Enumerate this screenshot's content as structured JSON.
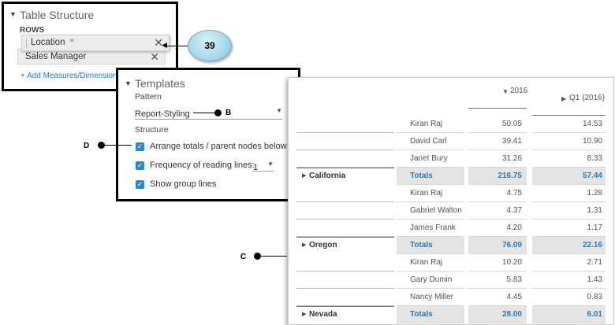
{
  "table_structure": {
    "title": "Table Structure",
    "rows_label": "ROWS",
    "pills": [
      "Location",
      "Sales Manager"
    ],
    "add_link": "+ Add Measures/Dimensions"
  },
  "templates": {
    "title": "Templates",
    "pattern_label": "Pattern",
    "pattern_value": "Report-Styling",
    "structure_label": "Structure",
    "options": [
      "Arrange totals / parent nodes below",
      "Frequency of reading lines:",
      "Show group lines"
    ],
    "frequency_value": "1"
  },
  "annotations": {
    "badge": "39",
    "b": "B",
    "c": "C",
    "d": "D"
  },
  "table": {
    "headers": [
      "2016",
      "Q1 (2016)"
    ],
    "rows": [
      {
        "group": "",
        "name": "Kiran Raj",
        "v1": "50.05",
        "v2": "14.53",
        "total": false
      },
      {
        "group": "",
        "name": "David Carl",
        "v1": "39.41",
        "v2": "10.90",
        "total": false
      },
      {
        "group": "",
        "name": "Janet Bury",
        "v1": "31.26",
        "v2": "8.33",
        "total": false
      },
      {
        "group": "California",
        "name": "Totals",
        "v1": "216.75",
        "v2": "57.44",
        "total": true
      },
      {
        "group": "",
        "name": "Kiran Raj",
        "v1": "4.75",
        "v2": "1.28",
        "total": false
      },
      {
        "group": "",
        "name": "Gabriel Walton",
        "v1": "4.37",
        "v2": "1.31",
        "total": false
      },
      {
        "group": "",
        "name": "James Frank",
        "v1": "4.20",
        "v2": "1.17",
        "total": false
      },
      {
        "group": "Oregon",
        "name": "Totals",
        "v1": "76.09",
        "v2": "22.16",
        "total": true
      },
      {
        "group": "",
        "name": "Kiran Raj",
        "v1": "10.20",
        "v2": "2.71",
        "total": false
      },
      {
        "group": "",
        "name": "Gary Dumin",
        "v1": "5.83",
        "v2": "1.43",
        "total": false
      },
      {
        "group": "",
        "name": "Nancy Miller",
        "v1": "4.45",
        "v2": "0.83",
        "total": false
      },
      {
        "group": "Nevada",
        "name": "Totals",
        "v1": "28.00",
        "v2": "6.01",
        "total": true
      }
    ]
  }
}
